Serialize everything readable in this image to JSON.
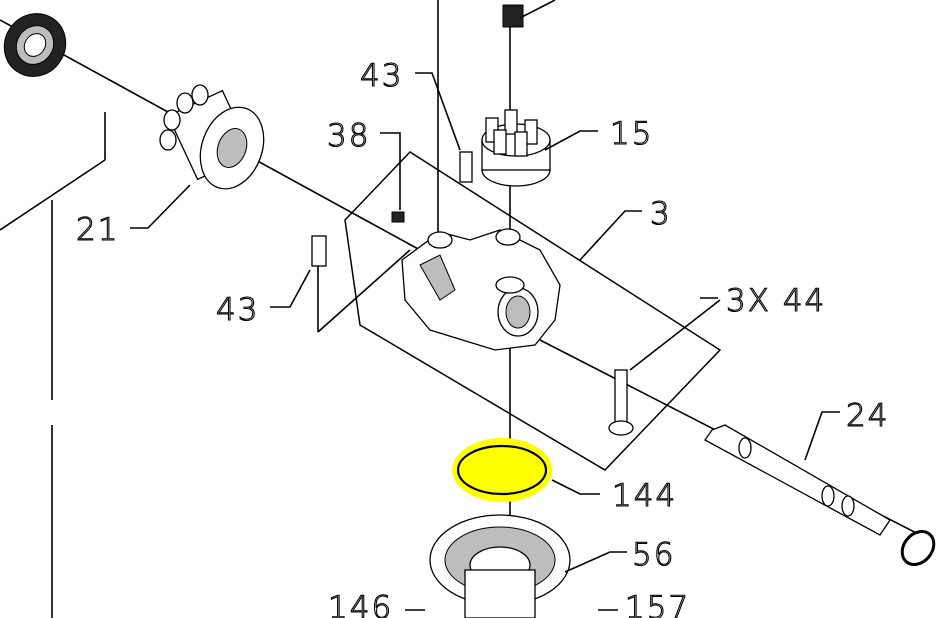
{
  "diagram": {
    "highlight_color": "#ffff00",
    "callouts": {
      "c43_top": "43",
      "c38": "38",
      "c15": "15",
      "c3": "3",
      "c21": "21",
      "c43_left": "43",
      "c3x44": "3X 44",
      "c24": "24",
      "c144": "144",
      "c56": "56",
      "c146": "146",
      "c157": "157"
    }
  }
}
